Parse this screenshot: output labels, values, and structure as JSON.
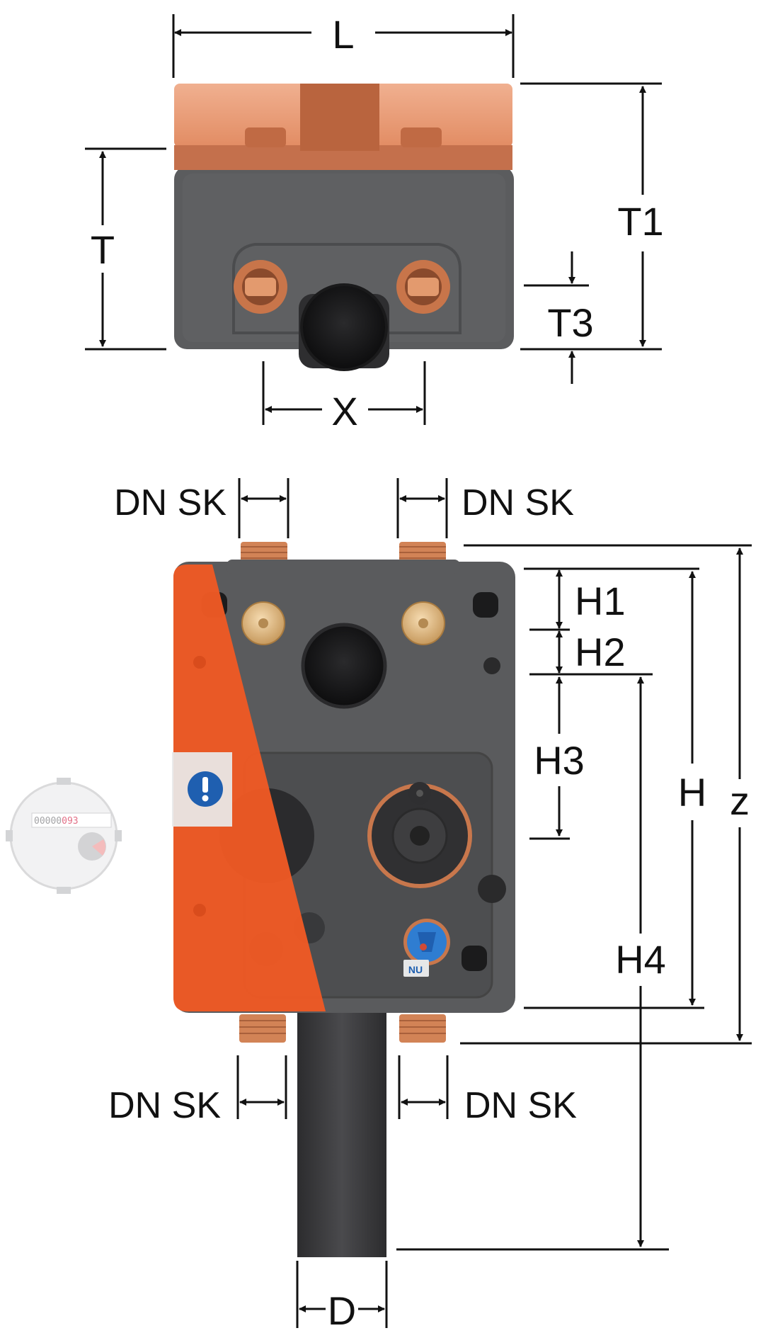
{
  "top_view": {
    "labels": {
      "L": "L",
      "T1": "T1",
      "T": "T",
      "T3": "T3",
      "X": "X"
    }
  },
  "front_view": {
    "labels": {
      "dn_sk_top_left": "DN SK",
      "dn_sk_top_right": "DN SK",
      "dn_sk_bottom_left": "DN SK",
      "dn_sk_bottom_right": "DN SK",
      "H1": "H1",
      "H2": "H2",
      "H3": "H3",
      "H": "H",
      "H4": "H4",
      "z": "z",
      "D": "D"
    },
    "brand_mark": "NU",
    "info_icon": "exclamation-info-icon"
  },
  "meter": {
    "reading_black": "00000",
    "reading_red": "093"
  },
  "colors": {
    "insulation": "#58595b",
    "copper": "#d4794a",
    "cap": "#e9a07e",
    "orange_panel": "#ef5a24",
    "pipe": "#3c3c3e",
    "line": "#111111",
    "info_blue": "#1f5fb0"
  }
}
